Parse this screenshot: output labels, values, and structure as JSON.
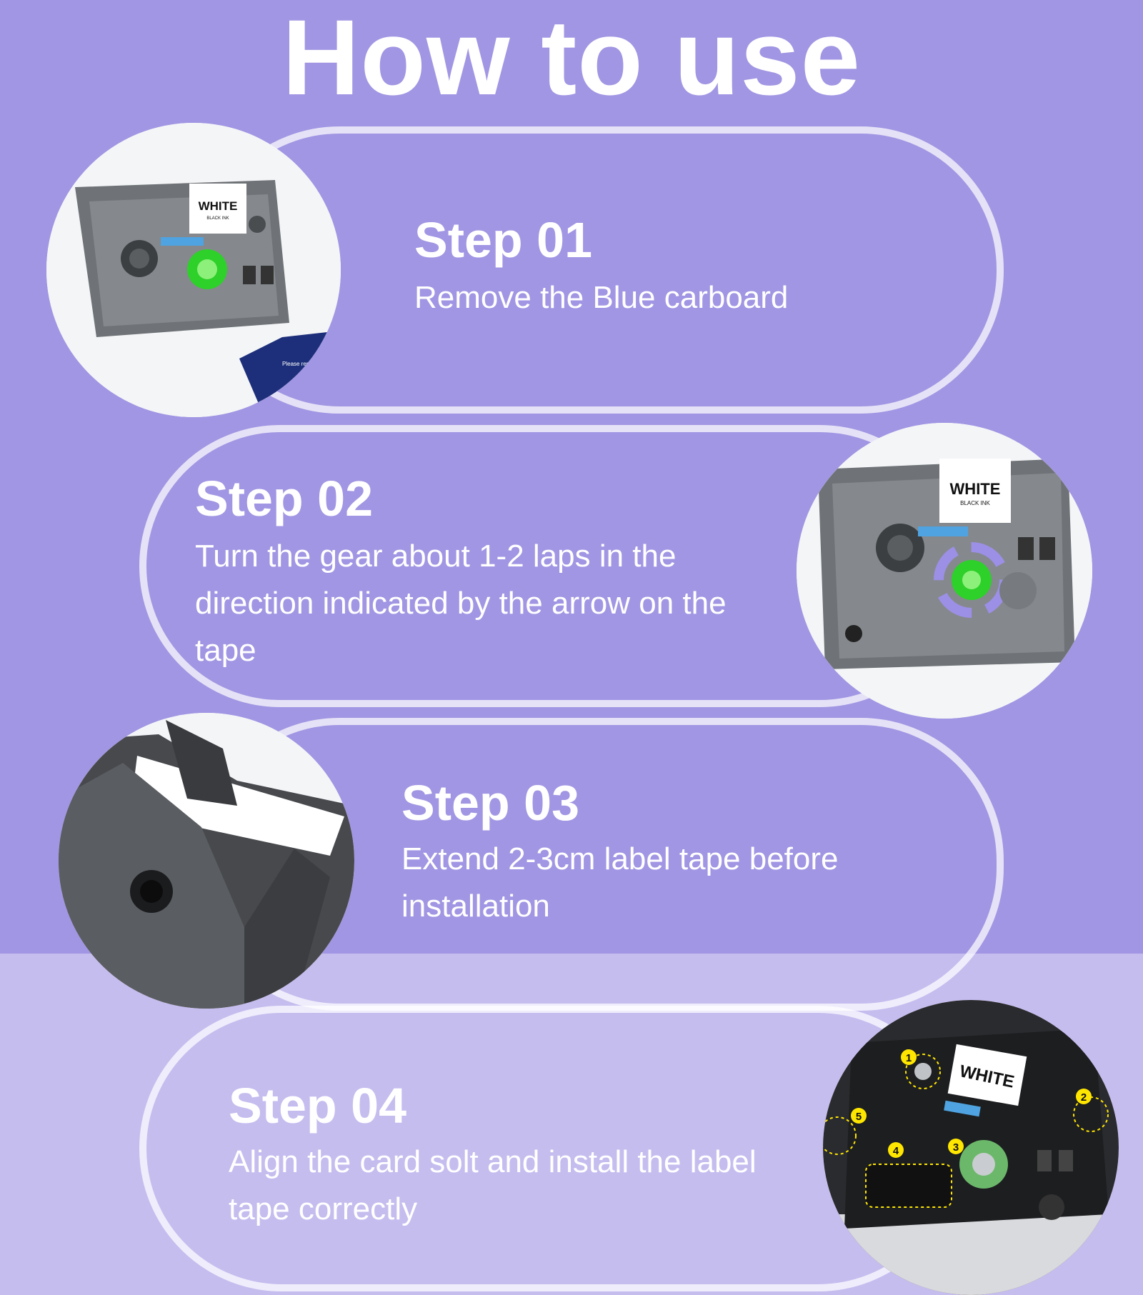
{
  "page": {
    "title": "How to use",
    "colors": {
      "background_top": "#a196e3",
      "background_bottom": "#c6bdef",
      "outline": "#ffffff"
    }
  },
  "steps": [
    {
      "title": "Step 01",
      "description": "Remove the Blue carboard",
      "image": "label-cassette-with-blue-card"
    },
    {
      "title": "Step 02",
      "description": "Turn the gear about 1-2 laps in the direction indicated by the arrow on the tape",
      "image": "label-cassette-green-gear"
    },
    {
      "title": "Step 03",
      "description": "Extend 2-3cm label tape before installation",
      "image": "cassette-tape-exit-closeup"
    },
    {
      "title": "Step 04",
      "description": "Align the card solt and install the label tape correctly",
      "image": "cassette-installed-in-printer"
    }
  ],
  "cassette": {
    "label_main": "WHITE",
    "label_sub": "BLACK INK",
    "card_text": "Please remove before use",
    "callouts": [
      "1",
      "2",
      "3",
      "4",
      "5"
    ]
  }
}
